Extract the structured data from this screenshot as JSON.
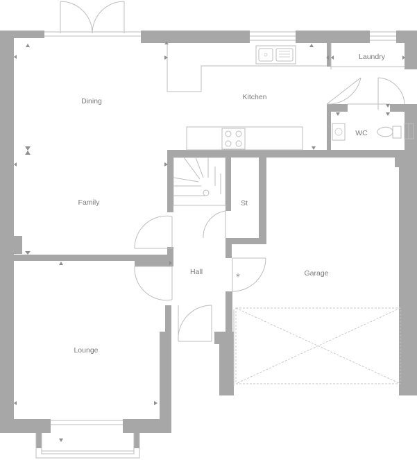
{
  "plan": {
    "rooms": {
      "dining": "Dining",
      "kitchen": "Kitchen",
      "laundry": "Laundry",
      "wc": "WC",
      "family": "Family",
      "st": "St",
      "hall": "Hall",
      "garage": "Garage",
      "lounge": "Lounge"
    },
    "symbols": {
      "asterisk": "*"
    }
  },
  "colors": {
    "wall": "#a7a7a7",
    "line": "#bdbdbd",
    "label": "#7a7a7a",
    "marker": "#8e8e8e",
    "background": "#ffffff"
  },
  "icons": [
    "sink-icon",
    "cooktop-icon",
    "toilet-icon",
    "basin-icon",
    "staircase-icon",
    "door-swing-icon",
    "garage-door-icon",
    "window-icon"
  ]
}
